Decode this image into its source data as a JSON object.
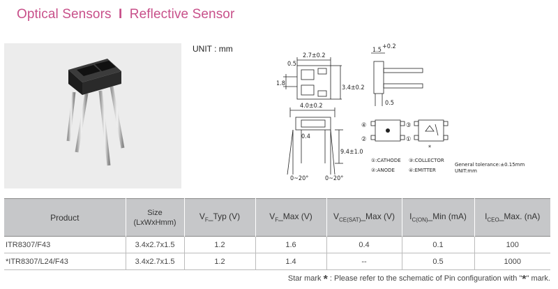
{
  "title": {
    "category": "Optical Sensors",
    "separator": "I",
    "subtitle": "Reflective Sensor"
  },
  "unit_label": "UNIT : mm",
  "drawing": {
    "dims": {
      "top_width": "2.7±0.2",
      "small_a": "0.5",
      "small_b": "1.8",
      "height": "3.4±0.2",
      "side_top": "1.5",
      "side_tol": "+0.2",
      "side_small": "0.5",
      "front_width": "4.0±0.2",
      "front_small": "0.4",
      "lead_len": "9.4±1.0",
      "angle_left": "0~20°",
      "angle_right": "0~20°"
    },
    "pins": {
      "p1": "①",
      "p2": "②",
      "p3": "③",
      "p4": "④"
    },
    "legend": {
      "cathode": "①:CATHODE",
      "anode": "②:ANODE",
      "collector": "③:COLLECTOR",
      "emitter": "④:EMITTER",
      "tolerance": "General tolerance:±0.15mm",
      "unit": "UNIT:mm"
    },
    "star": "*"
  },
  "table": {
    "headers": {
      "product": "Product",
      "size_line1": "Size",
      "size_line2": "(LxWxHmm)",
      "vf_typ": "_Typ (V)",
      "vf_max": "_Max (V)",
      "vce": "_Max (V)",
      "ic": "_Min (mA)",
      "iceo": "_Max. (nA)"
    },
    "rows": [
      {
        "product": "ITR8307/F43",
        "size": "3.4x2.7x1.5",
        "vf_typ": "1.2",
        "vf_max": "1.6",
        "vce": "0.4",
        "ic": "0.1",
        "iceo": "100"
      },
      {
        "product": "*ITR8307/L24/F43",
        "size": "3.4x2.7x1.5",
        "vf_typ": "1.2",
        "vf_max": "1.4",
        "vce": "--",
        "ic": "0.5",
        "iceo": "1000"
      }
    ]
  },
  "note": {
    "prefix": "Star mark",
    "star": "*",
    "text": " : Please refer to the schematic of Pin configuration with \"",
    "suffix": "\" mark."
  }
}
